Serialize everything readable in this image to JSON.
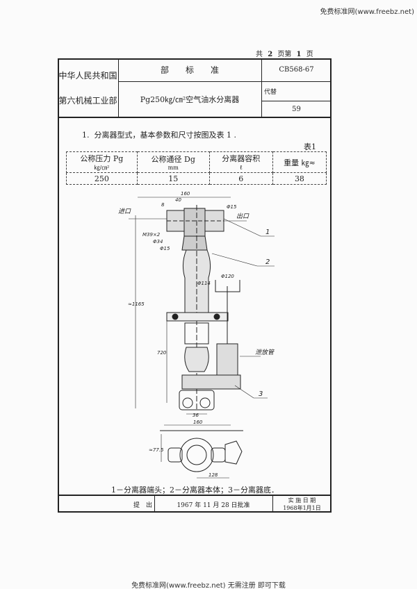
{
  "watermark_top": "免费标准网(www.freebz.net)",
  "watermark_bottom": "免费标准网(www.freebz.net) 无需注册 即可下载",
  "page_count": {
    "total_prefix": "共",
    "total": "2",
    "mid": "页第",
    "current": "1",
    "suffix": "页"
  },
  "header": {
    "org_line1": "中华人民共和国",
    "org_line2": "第六机械工业部",
    "category": "部　　标　　准",
    "title": "Pg250㎏/㎝²空气油水分离器",
    "code": "CB568-67",
    "replaces_label": "代替",
    "replaces_value": "59"
  },
  "section": {
    "number": "1.",
    "text": "分离器型式，基本参数和尺寸按图及表 1 ."
  },
  "table1": {
    "caption": "表1",
    "headers": [
      [
        "公称压力 Pg",
        "㎏/㎝²"
      ],
      [
        "公称通径 Dg",
        "mm"
      ],
      [
        "分离器容积",
        "ℓ"
      ],
      [
        "重量 ㎏≈",
        ""
      ]
    ],
    "rows": [
      [
        "250",
        "15",
        "6",
        "38"
      ]
    ]
  },
  "drawing": {
    "labels": {
      "inlet": "进口",
      "outlet": "出口",
      "drain": "泄放管"
    },
    "dimensions": {
      "top_width": "160",
      "d40": "40",
      "d8": "8",
      "phi15_top": "Φ15",
      "thread": "M39×2",
      "phi34": "Φ34",
      "phi15": "Φ15",
      "height_total": "≈1165",
      "phi120": "Φ120",
      "phi114": "Φ114",
      "h720": "720",
      "d36": "36",
      "base_width": "160",
      "h77": "≈77.5",
      "d128": "128"
    },
    "callouts": [
      "1",
      "2",
      "3"
    ]
  },
  "legend": "1－分离器端头；2－分离器本体；3－分离器底．",
  "footer": {
    "proposed": "提　出",
    "approved": "1967 年 11 月 28 日批准",
    "effective_label": "实 施 日 期",
    "effective_date": "1968年1月1日"
  }
}
